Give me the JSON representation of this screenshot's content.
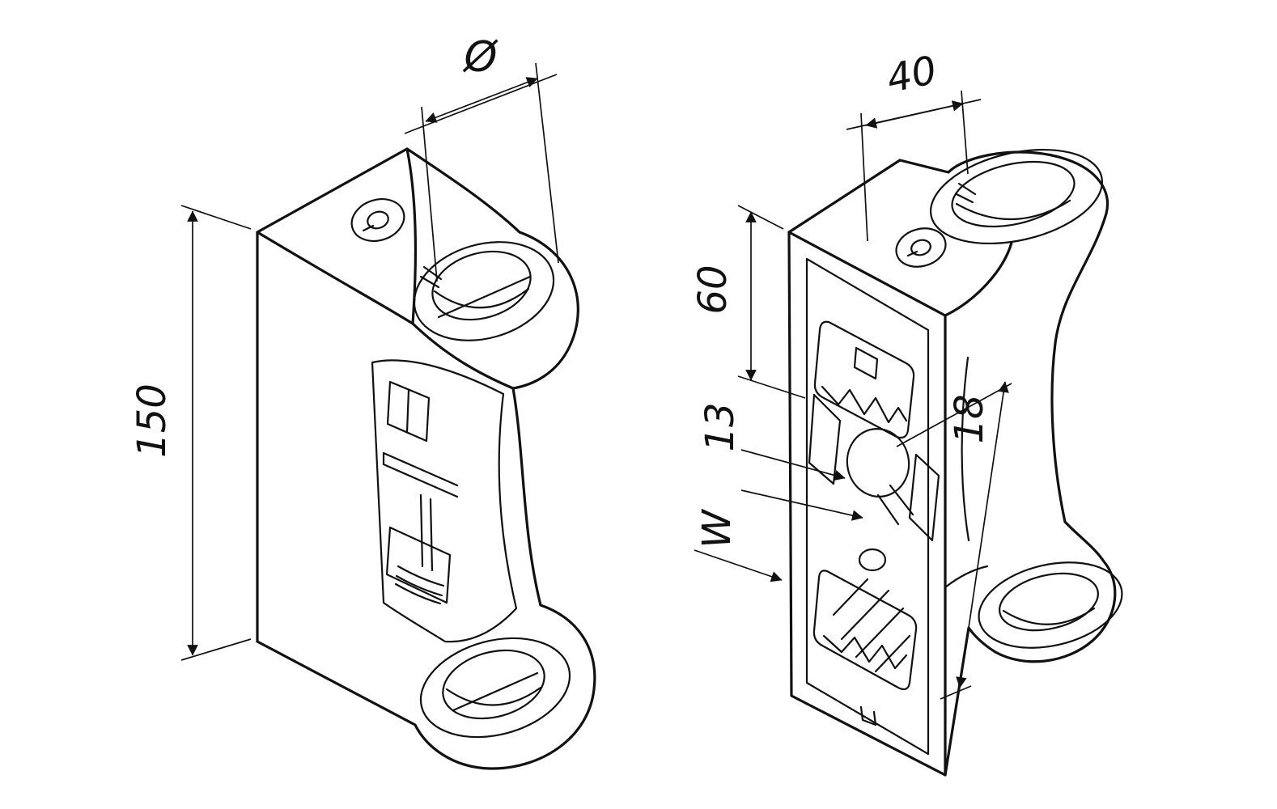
{
  "drawing": {
    "background_color": "#ffffff",
    "line_color": "#111111",
    "dimensions": {
      "diameter_symbol": "Ø",
      "height": "150",
      "top_width": "40",
      "upper_depth": "60",
      "hole_small": "13",
      "hole_offset": "18",
      "width_label": "W"
    }
  }
}
